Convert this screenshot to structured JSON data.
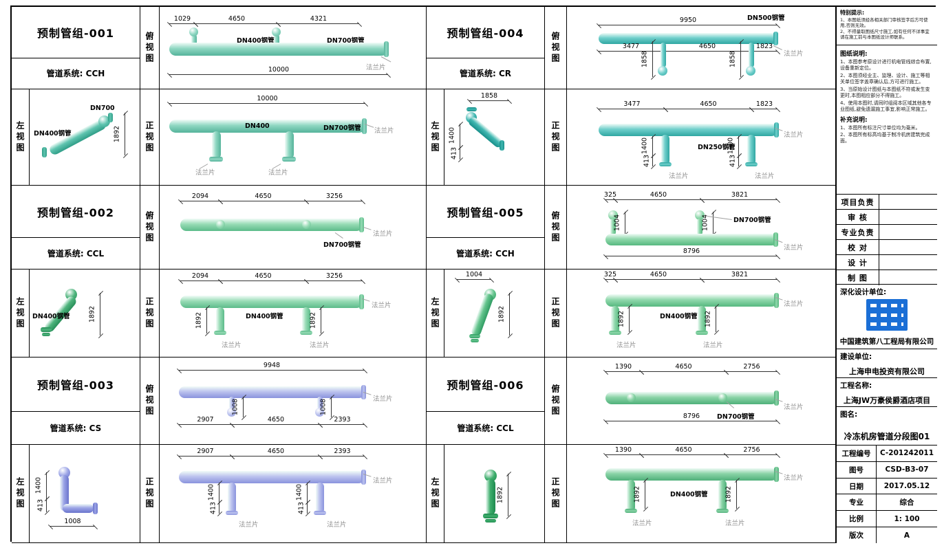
{
  "shared": {
    "top_view": "俯视图",
    "front_view": "正视图",
    "left_view": "左视图",
    "flange": "法兰片"
  },
  "groups": [
    {
      "title": "预制管组-001",
      "system": "管道系统: CCH",
      "top": {
        "d1": "1029",
        "d2": "4650",
        "d3": "4321",
        "total": "10000",
        "lbl1": "DN400钢管",
        "lbl2": "DN700钢管"
      },
      "left": {
        "lbl1": "DN700",
        "lbl2": "DN400钢管",
        "v1": "1892"
      },
      "front": {
        "total": "10000",
        "lbl1": "DN400",
        "lbl2": "DN700钢管"
      }
    },
    {
      "title": "预制管组-002",
      "system": "管道系统: CCL",
      "top": {
        "d1": "2094",
        "d2": "4650",
        "d3": "3256",
        "lbl1": "DN700钢管"
      },
      "left": {
        "lbl1": "DN400钢管",
        "v1": "1892"
      },
      "front": {
        "d1": "2094",
        "d2": "4650",
        "d3": "3256",
        "v1": "1892",
        "v2": "1892",
        "lbl1": "DN400钢管"
      }
    },
    {
      "title": "预制管组-003",
      "system": "管道系统: CS",
      "top": {
        "total": "9948",
        "v1": "1008",
        "v2": "1008",
        "d1": "2907",
        "d2": "4650",
        "d3": "2393"
      },
      "left": {
        "v1": "1400",
        "v2": "413",
        "h1": "1008"
      },
      "front": {
        "d1": "2907",
        "d2": "4650",
        "d3": "2393",
        "v1": "1400",
        "v2": "413",
        "v3": "1400",
        "v4": "413"
      }
    },
    {
      "title": "预制管组-004",
      "system": "管道系统: CR",
      "top": {
        "total": "9950",
        "d1": "3477",
        "d2": "4650",
        "d3": "1823",
        "v1": "1858",
        "v2": "1858",
        "lbl1": "DN500钢管"
      },
      "left": {
        "h1": "1858",
        "v1": "1400",
        "v2": "413"
      },
      "front": {
        "d1": "3477",
        "d2": "4650",
        "d3": "1823",
        "v1": "1400",
        "v2": "413",
        "v3": "1400",
        "v4": "413",
        "lbl1": "DN250钢管"
      }
    },
    {
      "title": "预制管组-005",
      "system": "管道系统: CCH",
      "top": {
        "d1": "325",
        "d2": "4650",
        "d3": "3821",
        "v1": "1004",
        "v2": "1004",
        "total": "8796",
        "lbl1": "DN700钢管"
      },
      "left": {
        "h1": "1004",
        "v1": "1892"
      },
      "front": {
        "d1": "325",
        "d2": "4650",
        "d3": "3821",
        "v1": "1892",
        "v2": "1892",
        "lbl1": "DN400钢管"
      }
    },
    {
      "title": "预制管组-006",
      "system": "管道系统: CCL",
      "top": {
        "d1": "1390",
        "d2": "4650",
        "d3": "2756",
        "total": "8796",
        "lbl1": "DN700钢管"
      },
      "left": {
        "v1": "1892"
      },
      "front": {
        "d1": "1390",
        "d2": "4650",
        "d3": "2756",
        "v1": "1892",
        "v2": "1892",
        "lbl1": "DN400钢管"
      }
    }
  ],
  "notes": {
    "special_title": "特别提示:",
    "special": [
      "1、本图纸须经各相关部门审核签字后方可使用,否则无效。",
      "2、不得量取图纸尺寸施工,如有任何不详事宜请在施工前与本图纸设计师联系。"
    ],
    "desc_title": "图纸说明:",
    "desc": [
      "1、本图参考原设计进行机电管线综合布置,设备重新定位。",
      "2、本图须经业主、监理、设计、施工等相关单位签字盖章确认后,方可进行施工。",
      "3、当原始设计图纸与本图纸不符或发生变更时,本图相应部分不得施工。",
      "4、使用本图时,请同时组阅本区域其他各专业图纸,避免遗漏施工事宜,影响正常施工。"
    ],
    "extra_title": "补充说明:",
    "extra": [
      "1、本图所有标注尺寸单位均为毫米。",
      "2、本图所有标高均基于制冷机房建筑完成面。"
    ]
  },
  "titleblock": {
    "sign_rows": [
      "项目负责",
      "审 核",
      "专业负责",
      "校 对",
      "设 计",
      "制 图"
    ],
    "shenhua_label": "深化设计单位:",
    "shenhua_company": "中国建筑第八工程局有限公司",
    "jianshe_label": "建设单位:",
    "jianshe_value": "上海申电投资有限公司",
    "gongcheng_label": "工程名称:",
    "gongcheng_value": "上海JW万豪侯爵酒店项目",
    "tuming_label": "图名:",
    "tuming_value": "冷冻机房管道分段图01",
    "rows": [
      {
        "label": "工程编号",
        "value": "C-201242011"
      },
      {
        "label": "图号",
        "value": "CSD-B3-07"
      },
      {
        "label": "日期",
        "value": "2017.05.12"
      },
      {
        "label": "专业",
        "value": "综合"
      },
      {
        "label": "比例",
        "value": "1: 100"
      },
      {
        "label": "版次",
        "value": "A"
      }
    ]
  }
}
